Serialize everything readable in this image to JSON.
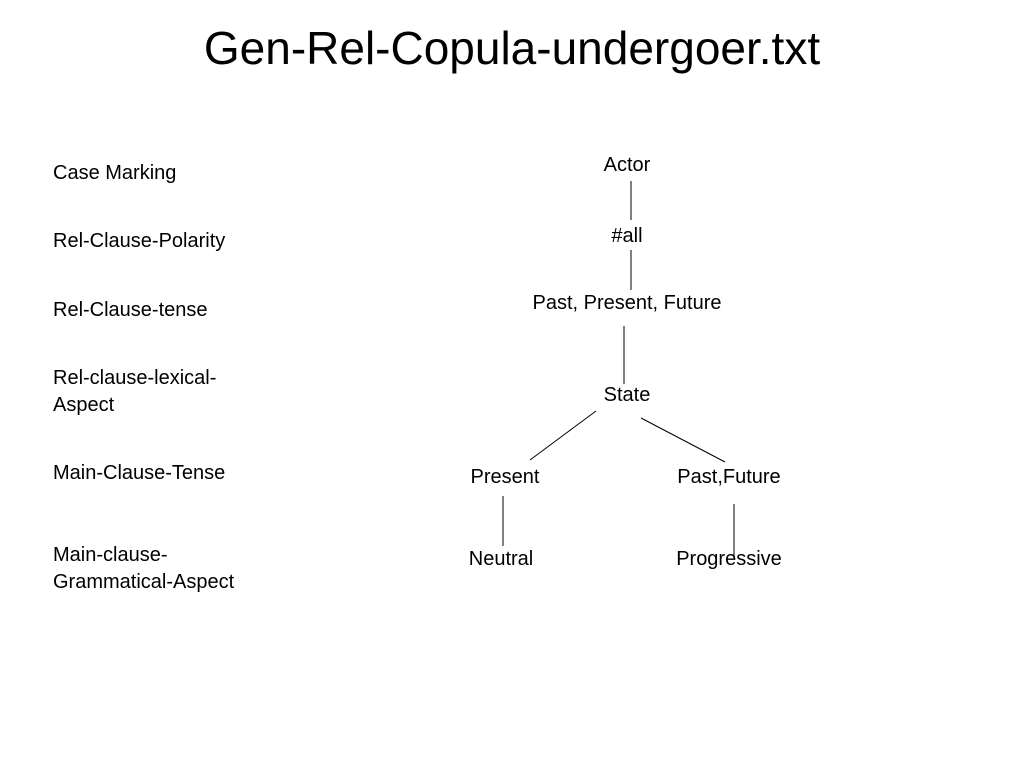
{
  "title": "Gen-Rel-Copula-undergoer.txt",
  "row_labels": [
    "Case Marking",
    "Rel-Clause-Polarity",
    "Rel-Clause-tense",
    "Rel-clause-lexical-",
    "Aspect",
    "Main-Clause-Tense",
    "Main-clause-",
    "Grammatical-Aspect"
  ],
  "tree": {
    "nodes": {
      "actor": "Actor",
      "all": "#all",
      "tense": "Past, Present, Future",
      "state": "State",
      "present": "Present",
      "past_future": "Past,Future",
      "neutral": "Neutral",
      "progressive": "Progressive"
    }
  }
}
